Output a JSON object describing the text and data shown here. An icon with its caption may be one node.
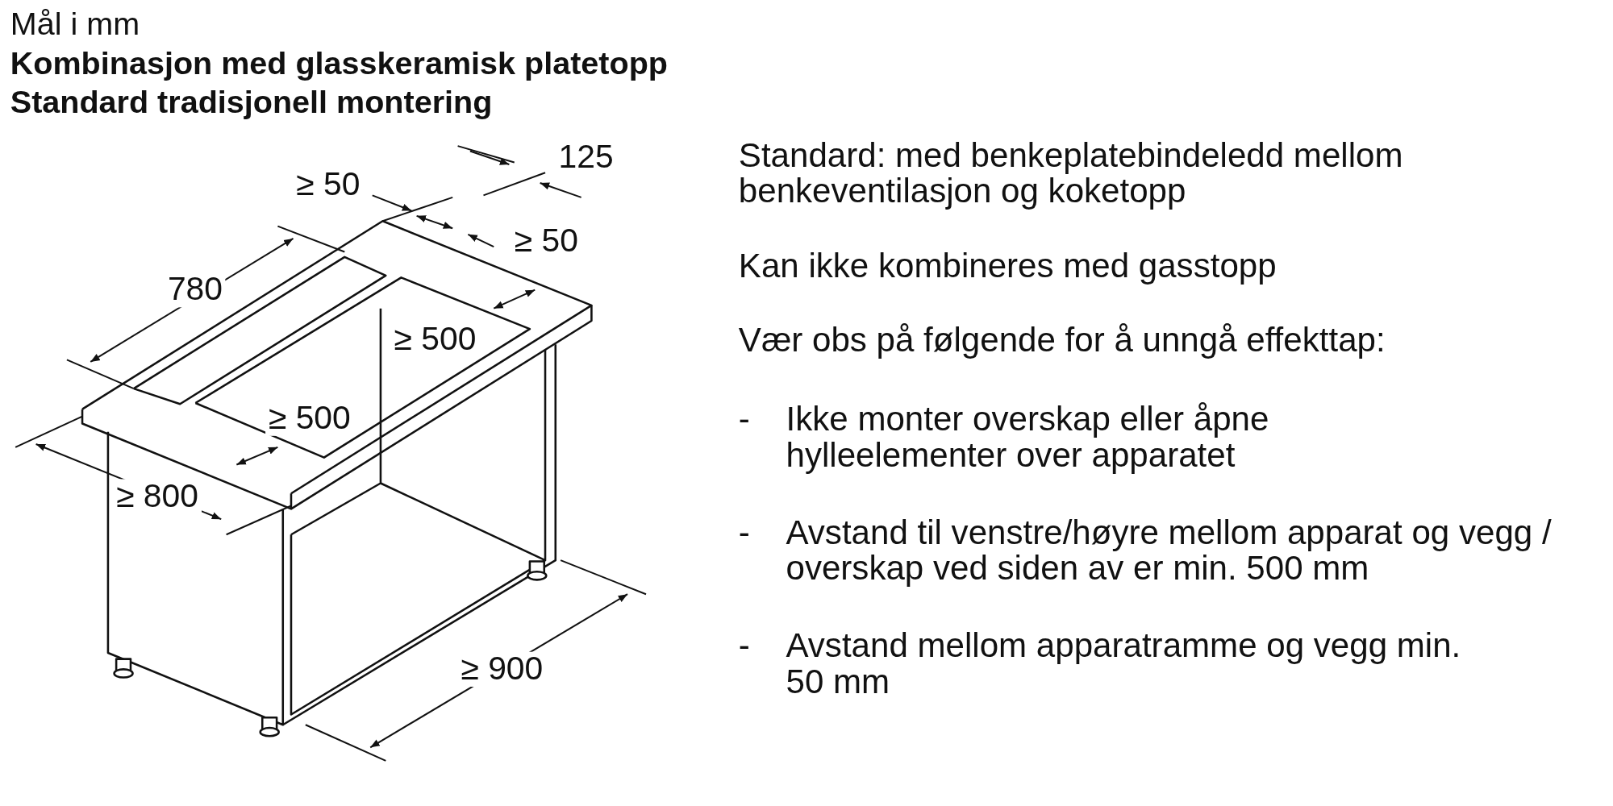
{
  "diagram": {
    "labels": [
      "Mål i mm",
      "Kombinasjon med glasskeramisk platetopp",
      "Standard tradisjonell montering",
      "125",
      "≥ 50",
      "≥ 50",
      "780",
      "≥ 500",
      "≥ 500",
      "≥ 800",
      "≥ 900",
      "Standard: med benkeplatebindeledd mellom benkeventilasjon og koketopp",
      "Kan ikke kombineres med gasstopp",
      "Vær obs på følgende for å unngå effekttap:",
      "-",
      "Ikke monter overskap eller åpne hylleelementer over apparatet",
      "-",
      "Avstand til venstre/høyre mellom apparat og vegg / overskap ved siden av er min. 500 mm",
      "-",
      "Avstand mellom apparatramme og vegg min. 50 mm"
    ]
  }
}
